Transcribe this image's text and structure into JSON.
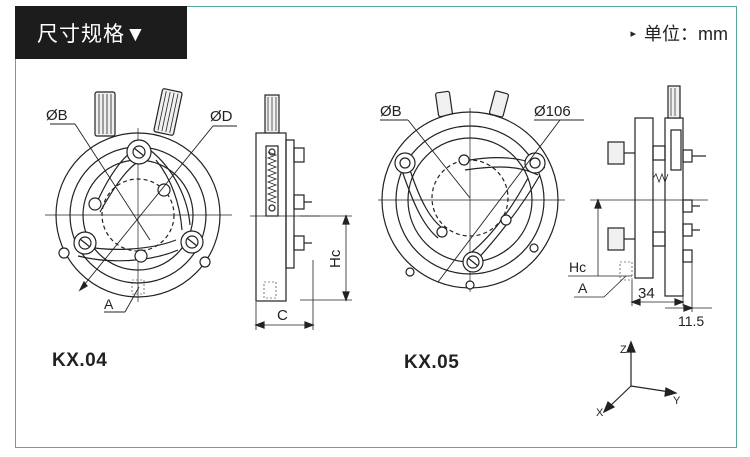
{
  "header": {
    "title": "尺寸规格▼",
    "unit_marker": "▸",
    "unit_label": "单位：mm"
  },
  "kx04": {
    "model": "KX.04",
    "labels": {
      "diameter_b": "ØB",
      "diameter_d": "ØD",
      "hc": "Hc",
      "a": "A",
      "c": "C"
    }
  },
  "kx05": {
    "model": "KX.05",
    "labels": {
      "diameter_b": "ØB",
      "diameter_106": "Ø106",
      "hc": "Hc",
      "a": "A",
      "dim_34": "34",
      "dim_11_5": "11.5"
    }
  },
  "axes": {
    "z": "Z",
    "y": "Y",
    "x": "X"
  }
}
